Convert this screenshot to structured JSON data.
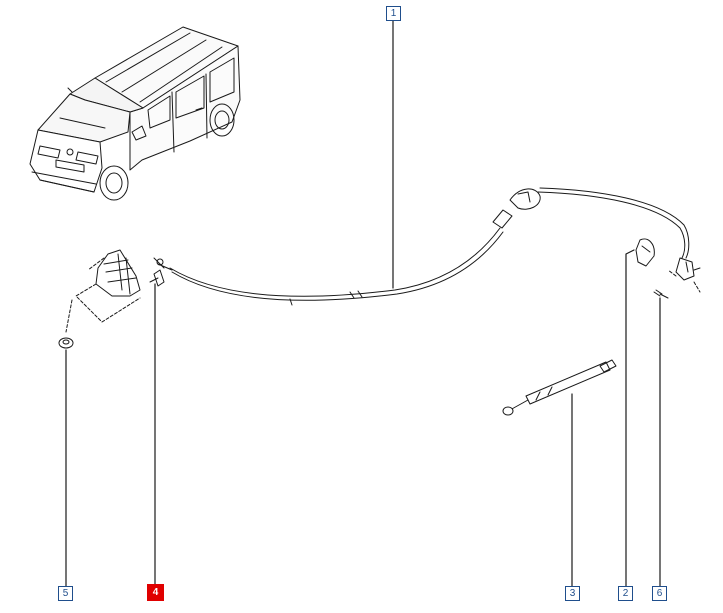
{
  "diagram": {
    "callouts": {
      "c1": "1",
      "c2": "2",
      "c3": "3",
      "c4": "4",
      "c5": "5",
      "c6": "6"
    },
    "selected_callout": "4",
    "colors": {
      "line": "#1a1a1a",
      "callout_border": "#1f4e8c",
      "callout_text": "#1f4e8c",
      "selected_fill": "#e00000"
    }
  }
}
